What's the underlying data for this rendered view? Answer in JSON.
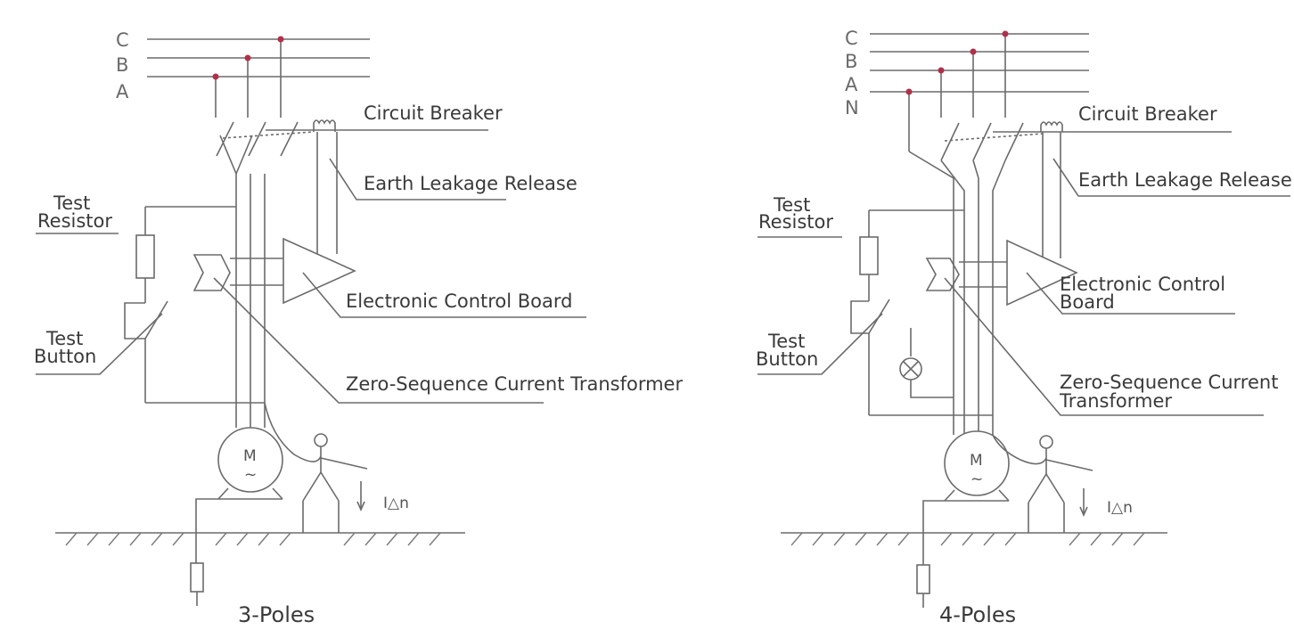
{
  "pole3": {
    "caption": "3-Poles",
    "phases": [
      "C",
      "B",
      "A"
    ],
    "labels": {
      "circuit_breaker": "Circuit Breaker",
      "earth_leakage_release": "Earth Leakage Release",
      "test_resistor_1": "Test",
      "test_resistor_2": "Resistor",
      "electronic_control_board": "Electronic Control Board",
      "test_button_1": "Test",
      "test_button_2": "Button",
      "zero_sequence": "Zero-Sequence Current Transformer",
      "motor": "M",
      "motor_tilde": "~",
      "leakage_current": "I△n"
    }
  },
  "pole4": {
    "caption": "4-Poles",
    "phases": [
      "C",
      "B",
      "A",
      "N"
    ],
    "labels": {
      "circuit_breaker": "Circuit Breaker",
      "earth_leakage_release": "Earth Leakage Release",
      "test_resistor_1": "Test",
      "test_resistor_2": "Resistor",
      "electronic_control_board_1": "Electronic Control",
      "electronic_control_board_2": "Board",
      "test_button_1": "Test",
      "test_button_2": "Button",
      "zero_sequence_1": "Zero-Sequence Current",
      "zero_sequence_2": "Transformer",
      "motor": "M",
      "motor_tilde": "~",
      "leakage_current": "I△n"
    }
  },
  "colors": {
    "line": "#6b6b6b",
    "junction": "#b0304a",
    "text": "#3a3a3a"
  }
}
